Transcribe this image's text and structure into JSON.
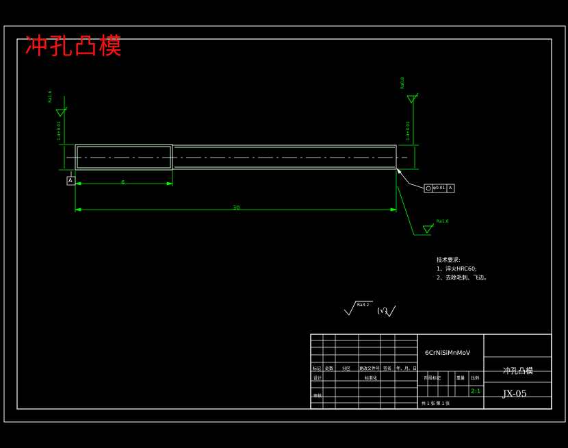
{
  "stamp_title": "冲孔凸模",
  "dimensions": {
    "dim_short": "6",
    "dim_long": "30"
  },
  "labels": {
    "datum": "A",
    "tolerance_value": "φ0.01",
    "tolerance_datum": "A",
    "roughness_left": "Ra1.6",
    "roughness_right": "Ra0.8",
    "roughness_bottom": "Ra1.6",
    "roughness_general": "Ra3.2",
    "roughness_other": "(√)"
  },
  "tech_requirements": {
    "heading": "技术要求:",
    "items": [
      "1、淬火HRC60;",
      "2、去除毛刺、飞边。"
    ]
  },
  "title_block": {
    "material": "6CrNiSiMnMoV",
    "part_name": "冲孔凸模",
    "drawing_no": "JX-05",
    "scale": "2:1",
    "header_cells": [
      "标记",
      "处数",
      "分区",
      "更改文件号",
      "签名",
      "年、月、日"
    ],
    "row_design": "设计",
    "row_std": "标准化",
    "row_review": "审核",
    "stage_mark": "阶段标记",
    "weight": "重量",
    "scale_label": "比例",
    "sheet_info": "共 1 张   第 1 张"
  }
}
